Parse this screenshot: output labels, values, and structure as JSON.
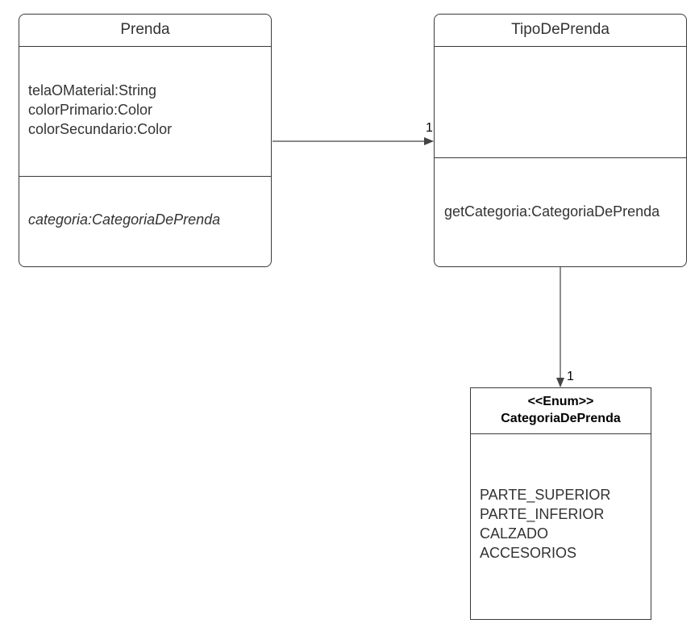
{
  "colors": {
    "border": "#3a3a3a",
    "text": "#333333",
    "arrow": "#444444"
  },
  "prenda": {
    "name": "Prenda",
    "attributes": [
      "telaOMaterial:String",
      "colorPrimario:Color",
      "colorSecundario:Color"
    ],
    "abstract_member": "categoria:CategoriaDePrenda"
  },
  "tipo_de_prenda": {
    "name": "TipoDePrenda",
    "attributes": [],
    "methods": [
      "getCategoria:CategoriaDePrenda"
    ]
  },
  "categoria_de_prenda": {
    "stereotype": "<<Enum>>",
    "name": "CategoriaDePrenda",
    "values": [
      "PARTE_SUPERIOR",
      "PARTE_INFERIOR",
      "CALZADO",
      "ACCESORIOS"
    ]
  },
  "associations": [
    {
      "from": "Prenda",
      "to": "TipoDePrenda",
      "target_multiplicity": "1"
    },
    {
      "from": "TipoDePrenda",
      "to": "CategoriaDePrenda",
      "target_multiplicity": "1"
    }
  ]
}
